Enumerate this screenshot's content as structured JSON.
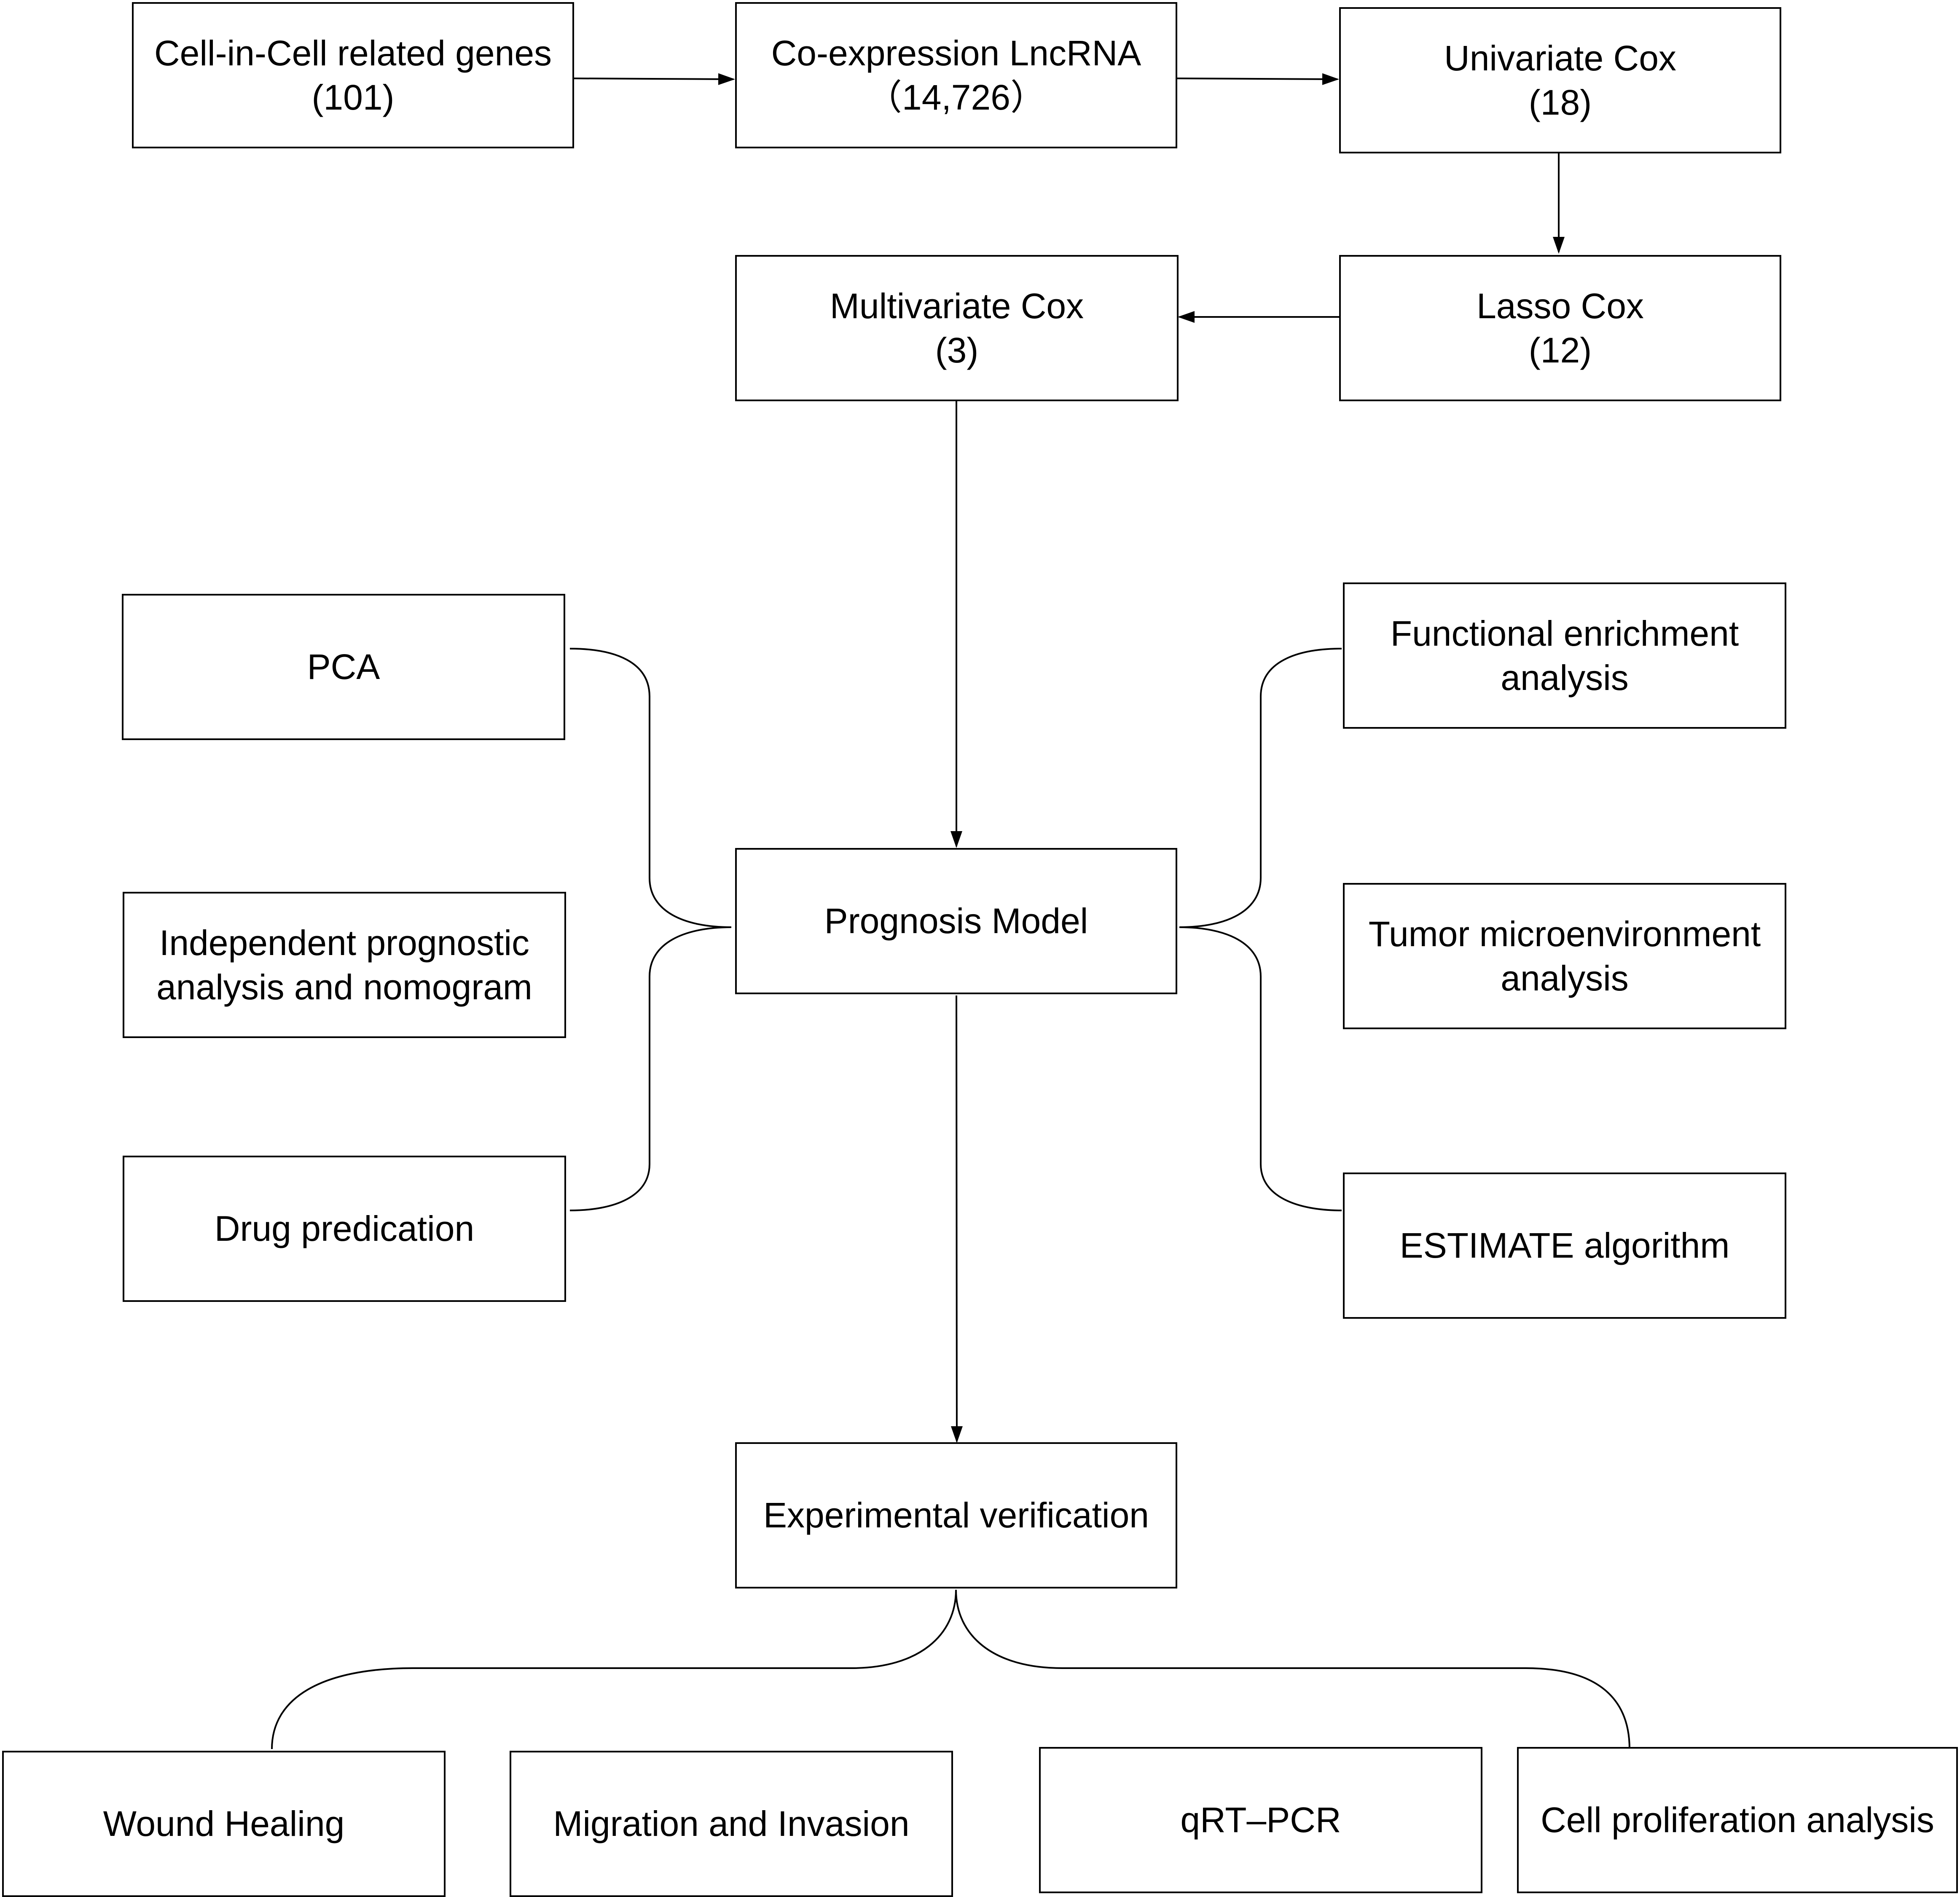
{
  "flowchart": {
    "cell_in_cell": {
      "line1": "Cell-in-Cell related genes",
      "line2": "(101)"
    },
    "coexpression": {
      "line1": "Co-expression LncRNA",
      "line2": "（14,726）"
    },
    "univariate": {
      "line1": "Univariate Cox",
      "line2": "(18)"
    },
    "lasso": {
      "line1": "Lasso Cox",
      "line2": "(12)"
    },
    "multivariate": {
      "line1": "Multivariate Cox",
      "line2": "(3)"
    },
    "pca": {
      "line1": "PCA"
    },
    "independent": {
      "line1": "Independent prognostic",
      "line2": "analysis and nomogram"
    },
    "drug": {
      "line1": "Drug predication"
    },
    "prognosis_model": {
      "line1": "Prognosis Model"
    },
    "functional": {
      "line1": "Functional enrichment",
      "line2": "analysis"
    },
    "tumor": {
      "line1": "Tumor microenvironment",
      "line2": "analysis"
    },
    "estimate": {
      "line1": "ESTIMATE algorithm"
    },
    "experimental": {
      "line1": "Experimental verification"
    },
    "wound": {
      "line1": "Wound Healing"
    },
    "migration": {
      "line1": "Migration and Invasion"
    },
    "qrt": {
      "line1": "qRT–PCR"
    },
    "proliferation": {
      "line1": "Cell proliferation analysis"
    }
  },
  "colors": {
    "stroke": "#000000",
    "background": "#ffffff",
    "text": "#000000"
  }
}
